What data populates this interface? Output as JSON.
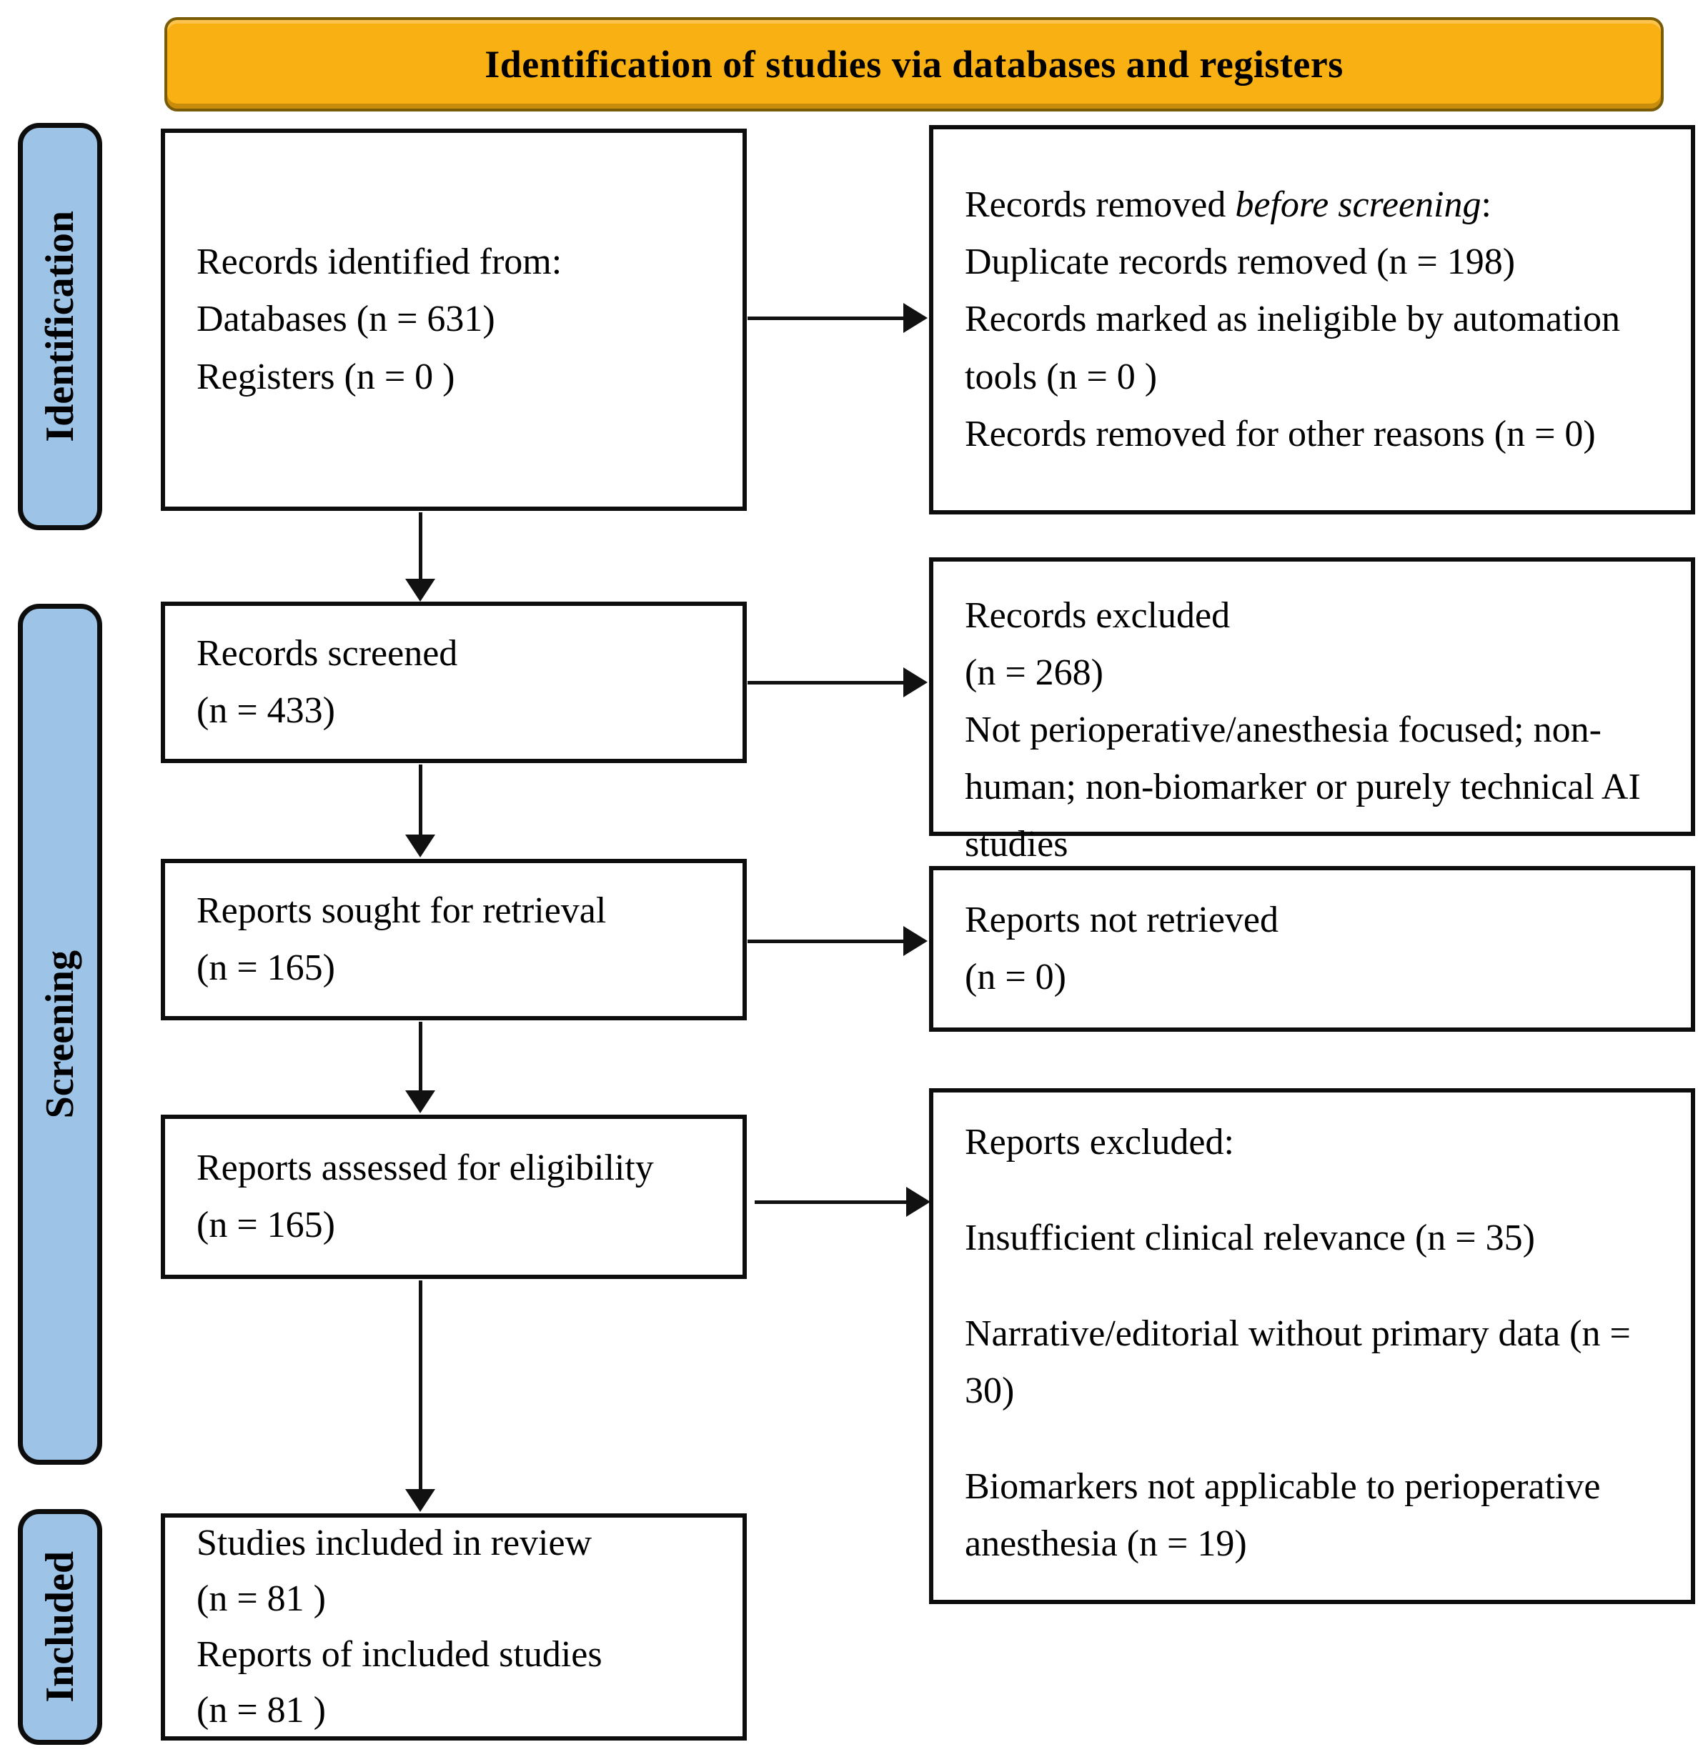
{
  "header": {
    "title": "Identification of studies via databases and registers"
  },
  "sidebar": {
    "identification": "Identification",
    "screening": "Screening",
    "included": "Included"
  },
  "flow": {
    "identified": {
      "lines": [
        "Records identified from:",
        "Databases (n = 631)",
        "Registers (n = 0 )"
      ]
    },
    "removed": {
      "intro_prefix": "Records removed ",
      "intro_italic": "before screening",
      "intro_suffix": ":",
      "items": [
        "Duplicate records removed  (n = 198)",
        "Records marked as ineligible by automation tools (n = 0 )",
        "Records removed for other reasons (n = 0)"
      ]
    },
    "screened": {
      "lines": [
        "Records screened",
        "(n = 433)"
      ]
    },
    "excluded_records": {
      "lines": [
        "Records excluded",
        "(n = 268)"
      ],
      "reason": "Not perioperative/anesthesia focused; non-human; non-biomarker or purely technical AI studies"
    },
    "sought": {
      "lines": [
        "Reports sought for retrieval",
        "(n = 165)"
      ]
    },
    "not_retrieved": {
      "lines": [
        "Reports not retrieved",
        "(n = 0)"
      ]
    },
    "assessed": {
      "lines": [
        "Reports assessed for eligibility",
        "(n = 165)"
      ]
    },
    "excluded_reports": {
      "title": "Reports excluded:",
      "items": [
        "Insufficient clinical relevance (n = 35)",
        "Narrative/editorial without primary data (n = 30)",
        "Biomarkers not applicable to perioperative anesthesia (n = 19)"
      ]
    },
    "included": {
      "lines": [
        "Studies included in review",
        "(n = 81 )",
        "Reports of included studies",
        "(n = 81 )"
      ]
    }
  },
  "colors": {
    "header_bg": "#F9B013",
    "sidebar_bg": "#9DC3E6",
    "line_color": "#111111"
  }
}
